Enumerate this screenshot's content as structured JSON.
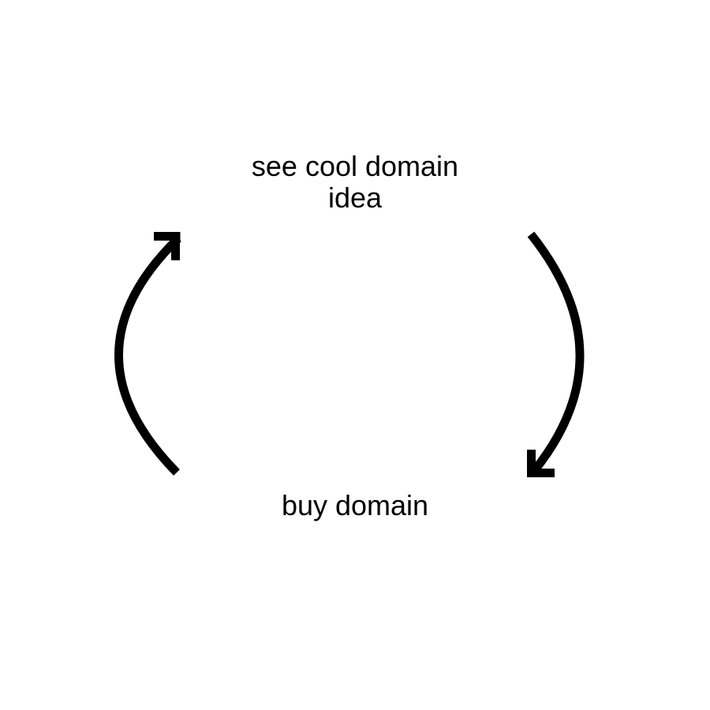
{
  "page": {
    "background_color": "#ffffff",
    "text_color": "#000000"
  },
  "diagram": {
    "type": "cycle",
    "arrow_color": "#000000",
    "top_node": {
      "label": "see cool domain idea",
      "line1": "see cool domain",
      "line2": "idea"
    },
    "bottom_node": {
      "label": "buy domain"
    },
    "arrows": [
      {
        "side": "left",
        "direction": "up",
        "points_to": "see cool domain idea"
      },
      {
        "side": "right",
        "direction": "down",
        "points_to": "buy domain"
      }
    ]
  }
}
